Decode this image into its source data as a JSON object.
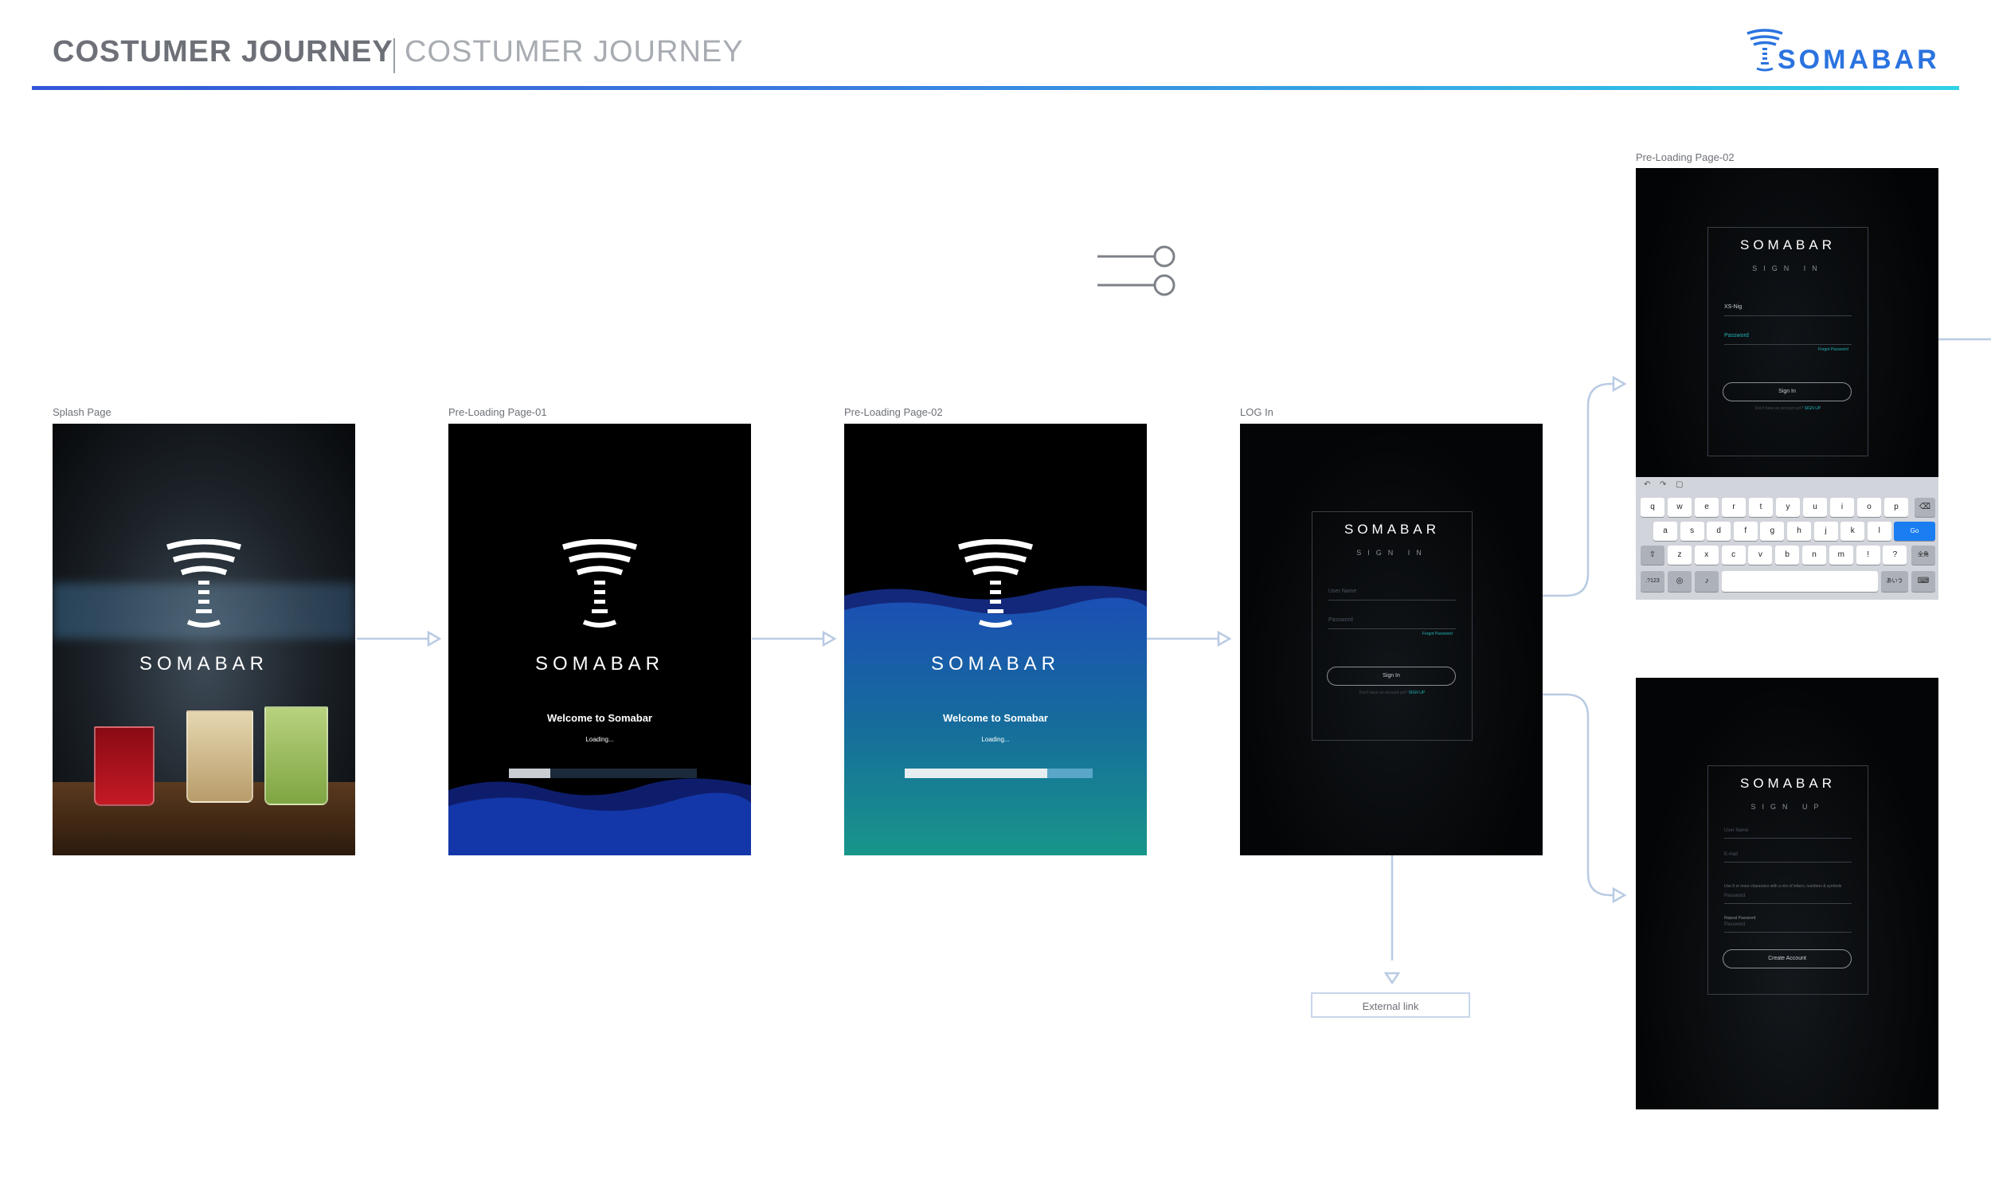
{
  "header": {
    "title": "COSTUMER JOURNEY",
    "subtitle": "COSTUMER JOURNEY",
    "brand": "SOMABAR"
  },
  "colors": {
    "accent_blue": "#2b73e0",
    "accent_teal": "#22b3b6",
    "connector": "#b9cbe3"
  },
  "screens": {
    "splash": {
      "label": "Splash Page",
      "brand": "SOMABAR"
    },
    "preload1": {
      "label": "Pre-Loading Page-01",
      "brand": "SOMABAR",
      "welcome": "Welcome to Somabar",
      "loading": "Loading...",
      "progress": 0.22
    },
    "preload2": {
      "label": "Pre-Loading Page-02",
      "brand": "SOMABAR",
      "welcome": "Welcome to Somabar",
      "loading": "Loading...",
      "progress": 0.76
    },
    "login": {
      "label": "LOG In",
      "brand": "SOMABAR",
      "heading": "SIGN IN",
      "username_placeholder": "User Name",
      "password_placeholder": "Password",
      "forgot": "Forgot Password",
      "button": "Sign In",
      "no_account": "Don't have an account yet?",
      "signup": "SIGN UP"
    },
    "signin_keyboard": {
      "label": "Pre-Loading Page-02",
      "brand": "SOMABAR",
      "heading": "SIGN IN",
      "username_value": "XS-Nig",
      "password_placeholder": "Password",
      "forgot": "Forgot Password",
      "button": "Sign In",
      "no_account": "Don't have an account yet?",
      "signup": "SIGN UP",
      "keyboard": {
        "row1": [
          "q",
          "w",
          "e",
          "r",
          "t",
          "y",
          "u",
          "i",
          "o",
          "p"
        ],
        "row2": [
          "a",
          "s",
          "d",
          "f",
          "g",
          "h",
          "j",
          "k",
          "l"
        ],
        "row3": [
          "z",
          "x",
          "c",
          "v",
          "b",
          "n",
          "m",
          "!",
          "?"
        ],
        "go": "Go",
        "numbers": ".?123",
        "lang": "あいう",
        "switch": "全角"
      }
    },
    "signup": {
      "brand": "SOMABAR",
      "heading": "SIGN UP",
      "username_placeholder": "User Name",
      "email_placeholder": "E-mail",
      "password_hint": "Use 8 or more characters with a mix of letters, numbers & symbols",
      "password_placeholder": "Password",
      "repeat_label": "Repeat Password",
      "repeat_placeholder": "Password",
      "button": "Create Account"
    }
  },
  "external_link": "External link"
}
